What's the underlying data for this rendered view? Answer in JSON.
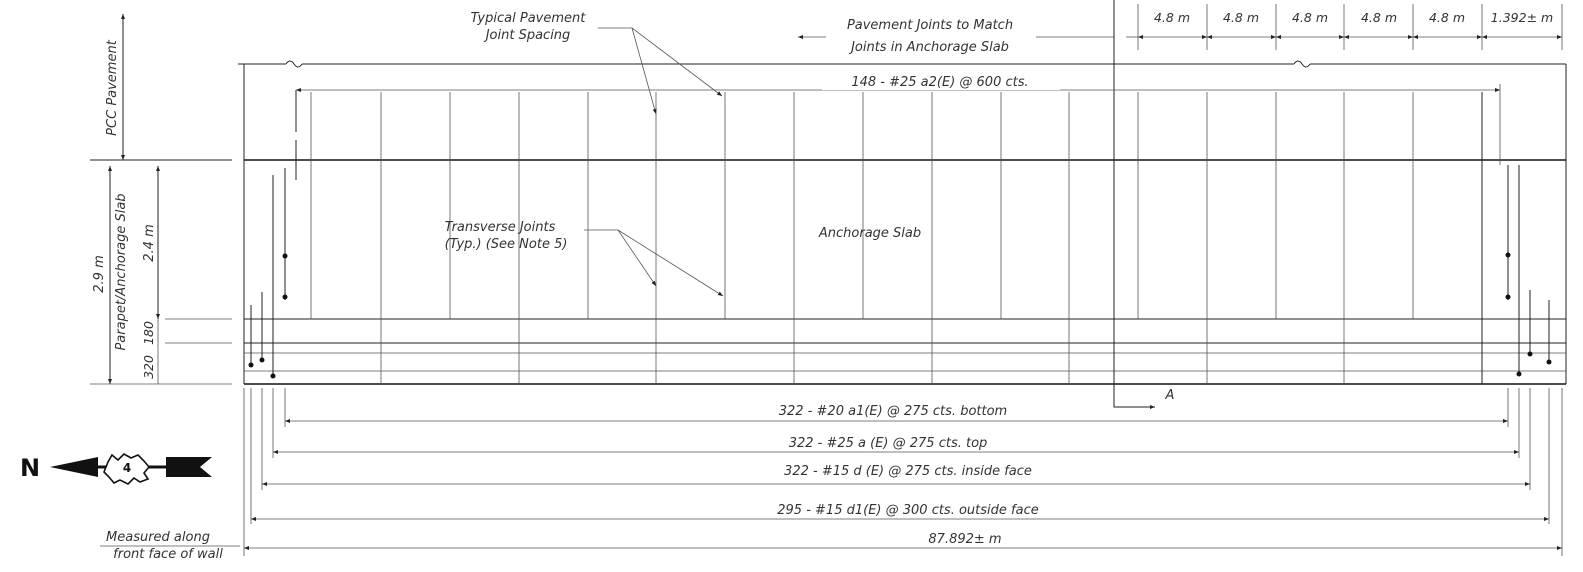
{
  "labels": {
    "pcc_pavement": "PCC Pavement",
    "parapet_anchorage_slab": "Parapet/Anchorage Slab",
    "height_total": "2.9 m",
    "height_slab": "2.4 m",
    "dim_180": "180",
    "dim_320": "320",
    "typical_joint_1": "Typical Pavement",
    "typical_joint_2": "Joint Spacing",
    "pavement_joints_1": "Pavement Joints to Match",
    "pavement_joints_2": "Joints in Anchorage Slab",
    "spacings": [
      "4.8 m",
      "4.8 m",
      "4.8 m",
      "4.8 m",
      "4.8 m",
      "1.392± m"
    ],
    "bar_a2": "148 - #25 a2(E) @ 600 cts.",
    "transverse_1": "Transverse Joints",
    "transverse_2": "(Typ.) (See Note 5)",
    "anchorage_slab": "Anchorage Slab",
    "section_a": "A",
    "bar_a1": "322 - #20 a1(E) @ 275 cts. bottom",
    "bar_a": "322 - #25 a (E) @ 275 cts. top",
    "bar_d": "322 - #15 d (E) @ 275 cts. inside face",
    "bar_d1": "295 - #15 d1(E) @ 300 cts. outside face",
    "total_length": "87.892± m",
    "measured_1": "Measured along",
    "measured_2": "front face of wall",
    "north_letter": "N",
    "route_number": "4"
  }
}
